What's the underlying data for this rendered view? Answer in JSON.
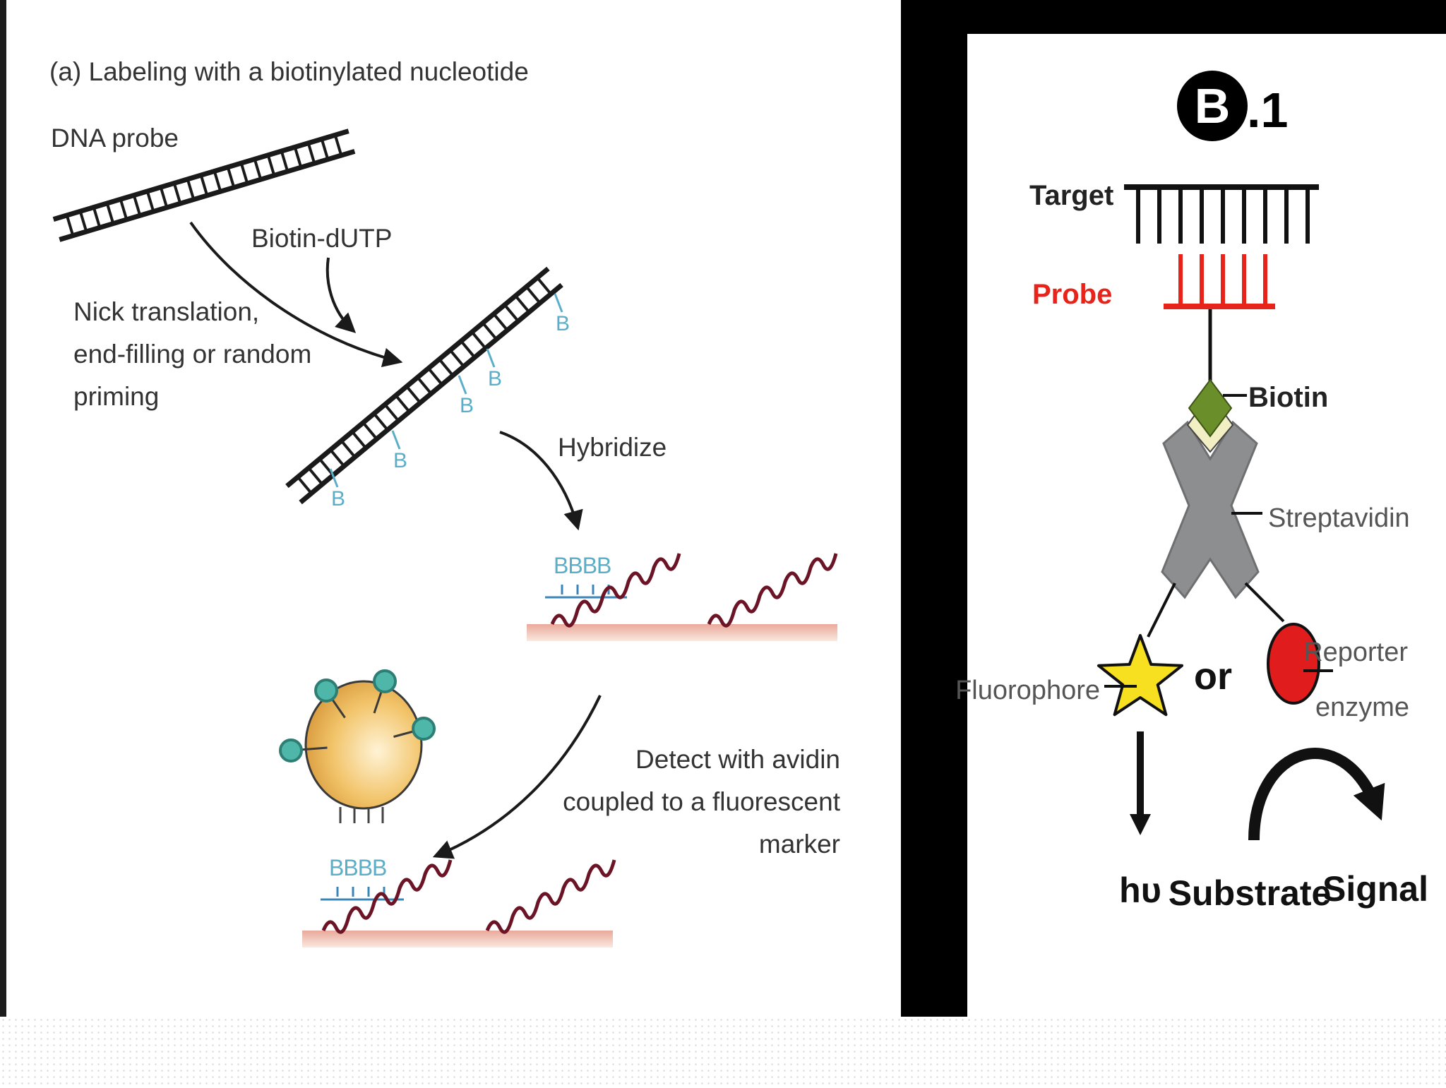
{
  "panel_a": {
    "title": "(a) Labeling with a biotinylated nucleotide",
    "dna_probe": "DNA probe",
    "biotin_dutp": "Biotin-dUTP",
    "nick_line1": "Nick translation,",
    "nick_line2": "end-filling or random",
    "nick_line3": "priming",
    "hybridize": "Hybridize",
    "detect_line1": "Detect with avidin",
    "detect_line2": "coupled to a fluorescent",
    "detect_line3": "marker",
    "biotin_tag": "B",
    "biotin_row": "BBBB"
  },
  "panel_b": {
    "badge_letter": "B",
    "badge_suffix": ".1",
    "target": "Target",
    "probe": "Probe",
    "biotin": "Biotin",
    "streptavidin": "Streptavidin",
    "fluorophore": "Fluorophore",
    "or": "or",
    "reporter_line1": "Reporter",
    "reporter_line2": "enzyme",
    "hv": "hυ",
    "substrate": "Substrate",
    "signal": "Signal"
  },
  "colors": {
    "dna": "#1a1a1a",
    "biotin_tag": "#5aaec8",
    "target_strand": "#6b1426",
    "surface": "#f0c4b4",
    "bead": "#f2c46a",
    "bead_knob": "#4fb7a9",
    "probe_red": "#e8231a",
    "biotin_green": "#6a8f2a",
    "streptavidin_gray": "#8d8e90",
    "star_yellow": "#f7e01f",
    "enzyme_red": "#e01c1c",
    "panel_b_frame": "#000000"
  }
}
